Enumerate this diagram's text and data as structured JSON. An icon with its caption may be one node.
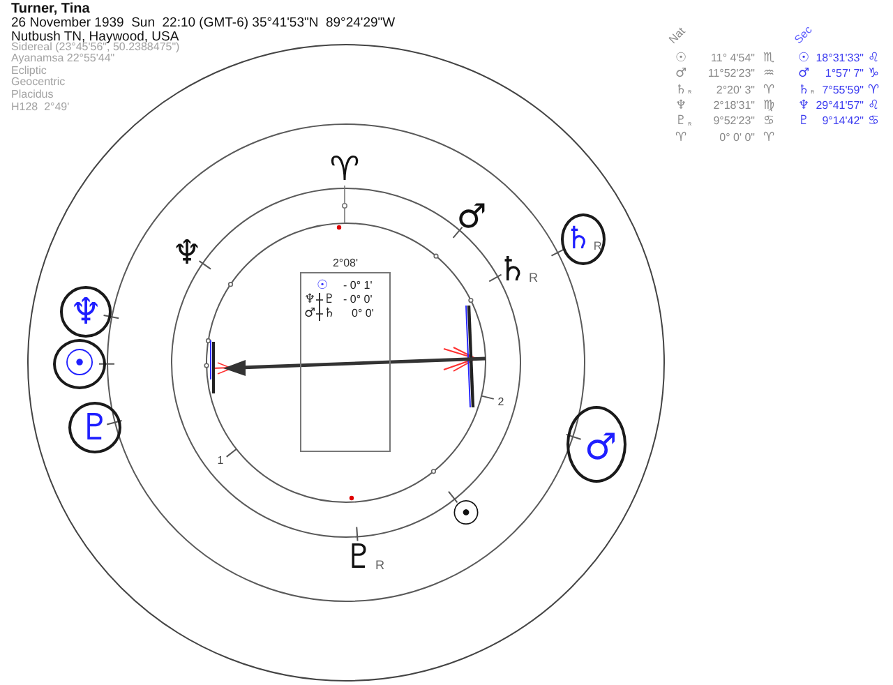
{
  "diagram": {
    "title": "Turner, Tina",
    "nodes": [
      {
        "text": [
          "♄$_{R}$"
        ]
      },
      {
        "text": [
          "♆"
        ]
      },
      {
        "text": [
          "2°08'",
          "☉",
          "- 0° 1'",
          "♆",
          "♇",
          "- 0° 0'",
          "♂",
          "♄",
          "0° 0'"
        ]
      },
      {
        "text": [
          "☉"
        ]
      },
      {
        "text": [
          "♇"
        ]
      },
      {
        "text": [
          "♂"
        ]
      }
    ],
    "labels": [
      "26 November 1939  Sun  22:10 (GMT-6) 35°41'53\"N  89°24'29\"W",
      "Nutbush TN, Haywood, USA",
      "Sidereal (23°45'56\", 50.2388475\")",
      "Ayanamsa 22°55'44\"",
      "Ecliptic",
      "Geocentric",
      "Placidus",
      "H128  2°49'",
      "Nat",
      "Sec",
      "☉",
      "11° 4'54\"",
      "♏",
      "☉",
      "18°31'33\"",
      "♌",
      "♂",
      "11°52'23\"",
      "♒",
      "♂",
      "1°57' 7\"",
      "♑",
      "♄$_{R}$",
      "2°20' 3\"",
      "♈",
      "♄$_{R}$",
      "7°55'59\"",
      "♈",
      "♆",
      "2°18'31\"",
      "♍",
      "♆",
      "29°41'57\"",
      "♌",
      "♇$_{R}$",
      "9°52'23\"",
      "♋",
      "♇",
      "9°14'42\"",
      "♋",
      "♈",
      "0° 0' 0\"",
      "♈",
      "♈",
      "♂",
      "♆",
      "♄$_{R}$",
      "2",
      "1",
      "☉",
      "♇$_{R}$"
    ]
  }
}
